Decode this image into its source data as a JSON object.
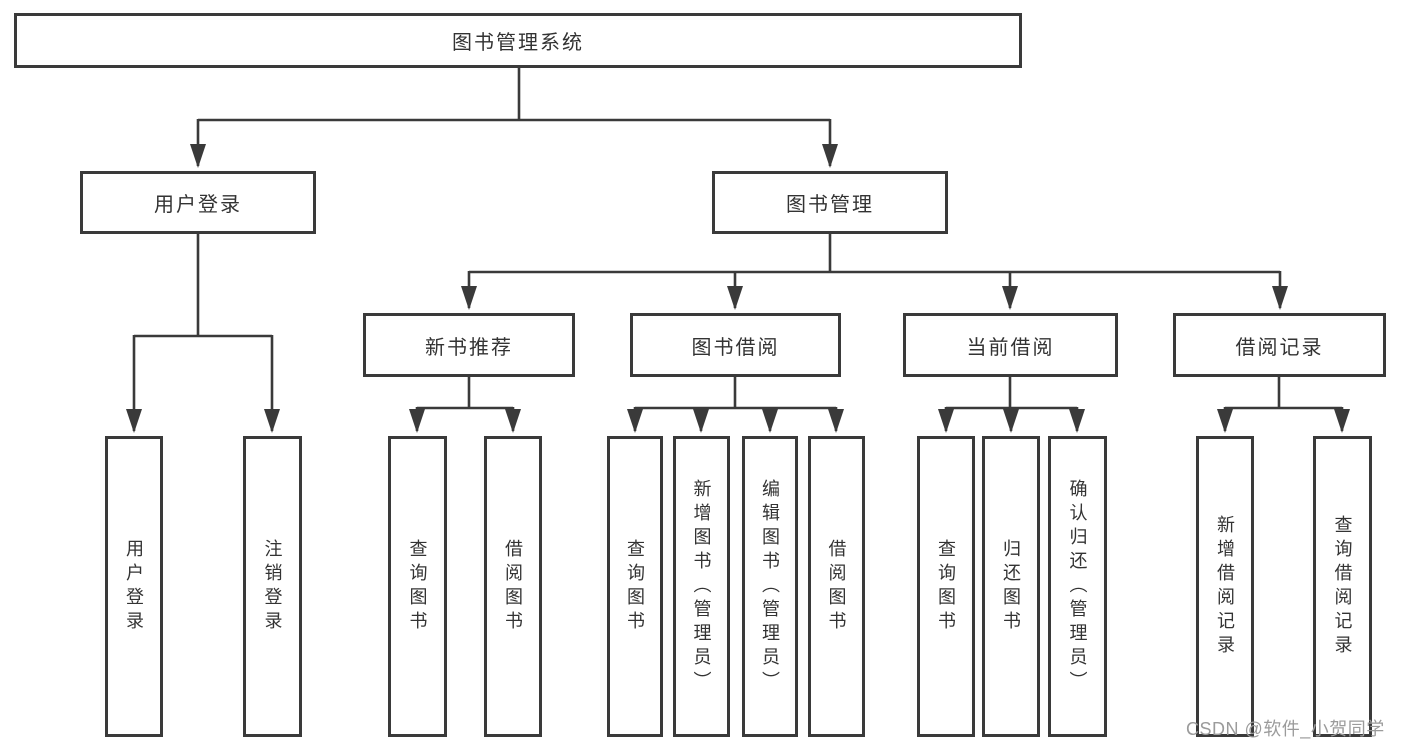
{
  "tree": {
    "label": "图书管理系统",
    "children": [
      {
        "label": "用户登录",
        "children": [
          {
            "label": "用户登录"
          },
          {
            "label": "注销登录"
          }
        ]
      },
      {
        "label": "图书管理",
        "children": [
          {
            "label": "新书推荐",
            "children": [
              {
                "label": "查询图书"
              },
              {
                "label": "借阅图书"
              }
            ]
          },
          {
            "label": "图书借阅",
            "children": [
              {
                "label": "查询图书"
              },
              {
                "label": "新增图书（管理员）"
              },
              {
                "label": "编辑图书（管理员）"
              },
              {
                "label": "借阅图书"
              }
            ]
          },
          {
            "label": "当前借阅",
            "children": [
              {
                "label": "查询图书"
              },
              {
                "label": "归还图书"
              },
              {
                "label": "确认归还（管理员）"
              }
            ]
          },
          {
            "label": "借阅记录",
            "children": [
              {
                "label": "新增借阅记录"
              },
              {
                "label": "查询借阅记录"
              }
            ]
          }
        ]
      }
    ]
  },
  "watermark": "CSDN @软件_小贺同学",
  "colors": {
    "line": "#3a3a3a",
    "box_border": "#3a3a3a",
    "text": "#333333",
    "watermark": "#9b9b9b",
    "background": "#ffffff"
  }
}
